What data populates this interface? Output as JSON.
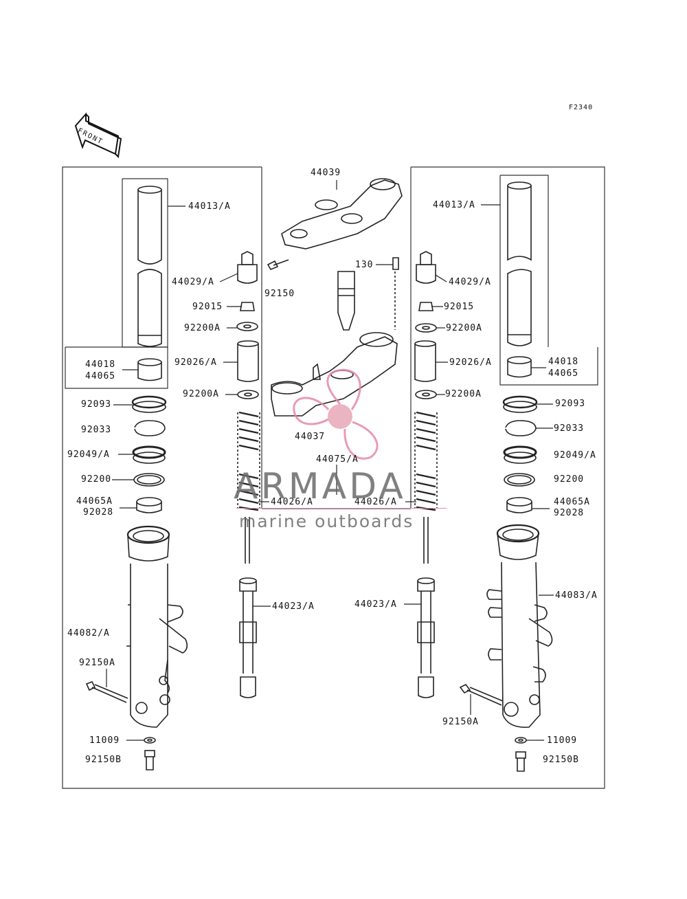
{
  "diagram": {
    "figure_code": "F2340",
    "front_arrow_text": "FRONT",
    "labels": {
      "l_44013A": "44013/A",
      "r_44013A": "44013/A",
      "top_44039": "44039",
      "l_44029A": "44029/A",
      "r_44029A": "44029/A",
      "c_92150": "92150",
      "c_130": "130",
      "l_92015": "92015",
      "r_92015": "92015",
      "l_92200A_1": "92200A",
      "r_92200A_1": "92200A",
      "l_92026A": "92026/A",
      "r_92026A": "92026/A",
      "l_44018": "44018",
      "l_44065": "44065",
      "r_44018": "44018",
      "r_44065": "44065",
      "l_92200A_2": "92200A",
      "r_92200A_2": "92200A",
      "c_44037": "44037",
      "c_44075A": "44075/A",
      "l_92093": "92093",
      "r_92093": "92093",
      "l_92033": "92033",
      "r_92033": "92033",
      "l_92049A": "92049/A",
      "r_92049A": "92049/A",
      "l_92200": "92200",
      "r_92200": "92200",
      "l_44065A": "44065A",
      "l_92028": "92028",
      "r_44065A": "44065A",
      "r_92028": "92028",
      "l_44026A": "44026/A",
      "r_44026A": "44026/A",
      "l_44023A": "44023/A",
      "r_44023A": "44023/A",
      "l_44082A": "44082/A",
      "r_44083A": "44083/A",
      "l_92150A": "92150A",
      "r_92150A": "92150A",
      "l_11009": "11009",
      "r_11009": "11009",
      "l_92150B": "92150B",
      "r_92150B": "92150B"
    }
  },
  "watermark": {
    "brand": "ARMADA",
    "tagline": "marine outboards",
    "accent_color": "#e58aa4",
    "text_color": "#6b6b6b"
  }
}
